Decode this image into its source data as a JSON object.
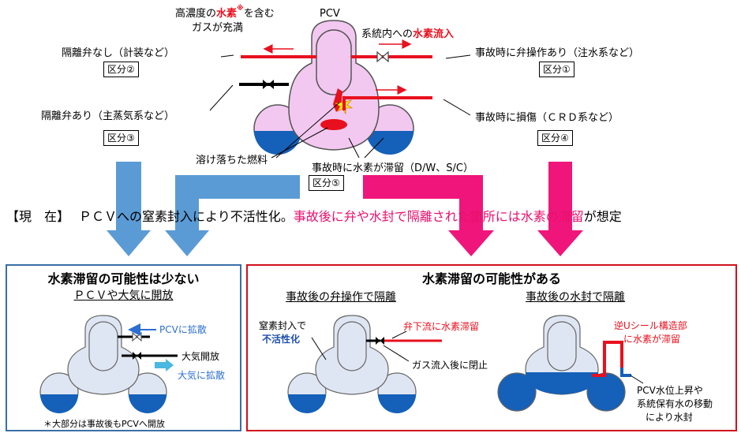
{
  "top": {
    "pcv_label": "PCV",
    "hydrogen_note_pre": "高濃度の",
    "hydrogen_note_red": "水素",
    "hydrogen_note_mark": "※",
    "hydrogen_note_post": "を含む",
    "hydrogen_note_line2": "ガスが充満",
    "inflow_pre": "系統内への",
    "inflow_red": "水素流入",
    "left_line1": "隔離弁なし（計装など）",
    "left_box1": "区分②",
    "left_line2": "隔離弁あり（主蒸気系など）",
    "left_box2": "区分③",
    "right_line1": "事故時に弁操作あり（注水系など）",
    "right_box1": "区分①",
    "right_line2": "事故時に損傷（ＣＲＤ系など）",
    "right_box2": "区分④",
    "melted_fuel": "溶け落ちた燃料",
    "stagnation": "事故時に水素が滞留（D/W、S/C）",
    "box5": "区分⑤"
  },
  "status": {
    "prefix": "【現　在】",
    "black_part": "ＰＣＶへの窒素封入により不活性化。",
    "pink_part1": "事故後に弁や水封で隔離された箇所には",
    "pink_part2": "水素の滞留",
    "tail": "が想定"
  },
  "left_panel": {
    "title": "水素滞留の可能性は少ない",
    "subtitle": "ＰＣＶや大気に開放",
    "diffuse_pcv": "PCVに拡散",
    "atmo_open": "大気開放",
    "diffuse_atmo": "大気に拡散",
    "footnote": "＊大部分は事故後もPCVへ開放"
  },
  "right_panel": {
    "title": "水素滞留の可能性がある",
    "sub_left": "事故後の弁操作で隔離",
    "sub_right": "事故後の水封で隔離",
    "n2_line1": "窒素封入で",
    "n2_line2": "不活性化",
    "downstream": "弁下流に水素滞留",
    "closed_after": "ガス流入後に閉止",
    "u_seal_line1": "逆Uシール構造部",
    "u_seal_line2": "に水素が滞留",
    "water_line1": "PCV水位上昇や",
    "water_line2": "系統保有水の移動",
    "water_line3": "により水封"
  },
  "colors": {
    "pcv_pink": "#f2c8f0",
    "pcv_light": "#dfe6f3",
    "water_blue": "#1560b8",
    "arrow_blue": "#5b9bd5",
    "arrow_pink": "#f0157a",
    "pipe_red": "#e8101e",
    "frame_blue": "#3a6fa8",
    "frame_red": "#d0101e"
  }
}
